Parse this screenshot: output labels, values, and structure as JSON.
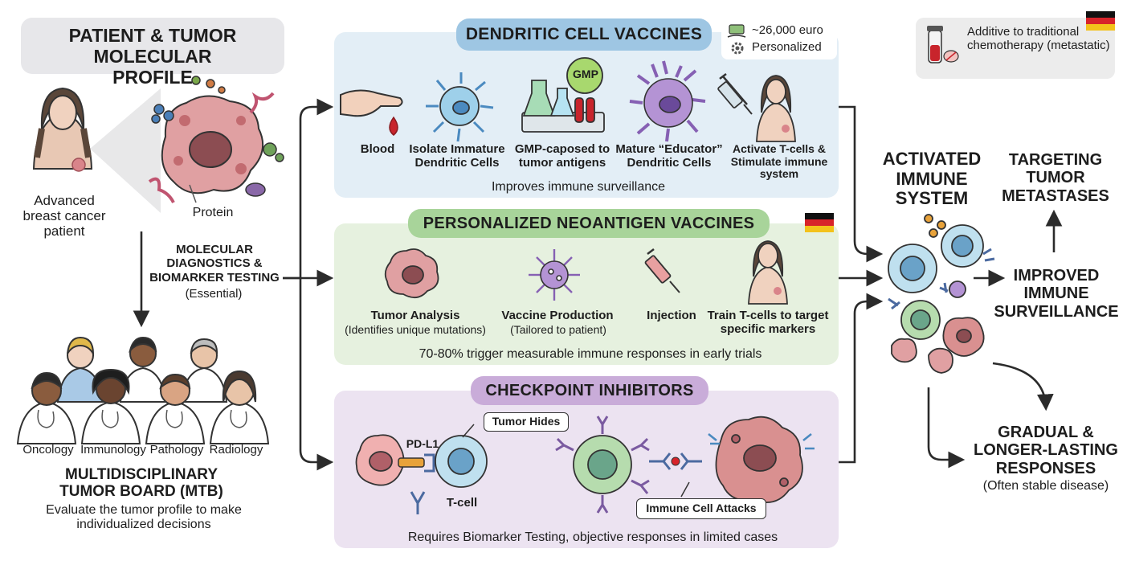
{
  "patient": {
    "title": "PATIENT & TUMOR MOLECULAR PROFILE",
    "patient_label": "Advanced breast cancer patient",
    "protein_label": "Protein"
  },
  "diagnostics": {
    "label": "MOLECULAR DIAGNOSTICS & BIOMARKER TESTING",
    "note": "(Essential)"
  },
  "mtb": {
    "specialties": [
      "Oncology",
      "Immunology",
      "Pathology",
      "Radiology"
    ],
    "title": "MULTIDISCIPLINARY TUMOR BOARD (MTB)",
    "description": "Evaluate the tumor profile to make individualized decisions"
  },
  "dendritic": {
    "title": "DENDRITIC CELL VACCINES",
    "cost": "~26,000 euro",
    "personalized": "Personalized",
    "gmp": "GMP",
    "steps": [
      "Blood",
      "Isolate Immature Dendritic Cells",
      "GMP-caposed to tumor antigens",
      "Mature “Educator” Dendritic Cells",
      "Activate T-cells & Stimulate immune system"
    ],
    "footer": "Improves immune surveillance"
  },
  "neoantigen": {
    "title": "PERSONALIZED NEOANTIGEN VACCINES",
    "steps": [
      {
        "title": "Tumor Analysis",
        "sub": "(Identifies unique mutations)"
      },
      {
        "title": "Vaccine Production",
        "sub": "(Tailored to patient)"
      },
      {
        "title": "Injection",
        "sub": ""
      },
      {
        "title": "Train T-cells to target specific markers",
        "sub": ""
      }
    ],
    "footer": "70-80% trigger measurable immune responses in early trials"
  },
  "checkpoint": {
    "title": "CHECKPOINT INHIBITORS",
    "pdl1": "PD-L1",
    "tcell": "T-cell",
    "tumor_hides": "Tumor Hides",
    "attacks": "Immune Cell Attacks",
    "footer": "Requires Biomarker Testing, objective responses in limited cases"
  },
  "note": {
    "text": "Additive to traditional chemotherapy (metastatic)"
  },
  "outcomes": {
    "activated": "ACTIVATED IMMUNE SYSTEM",
    "targeting": "TARGETING TUMOR METASTASES",
    "improved": "IMPROVED IMMUNE SURVEILLANCE",
    "gradual": "GRADUAL & LONGER-LASTING RESPONSES",
    "gradual_sub": "(Often stable disease)"
  },
  "colors": {
    "dendritic_bg": "#e3eef6",
    "dendritic_pill": "#9ec6e3",
    "neo_bg": "#e6f1df",
    "neo_pill": "#a8d49a",
    "check_bg": "#ece3f1",
    "check_pill": "#c9acd9",
    "header_bg": "#e7e7ea",
    "tumor": "#d9848a",
    "dark_line": "#2b2b2b"
  },
  "icons": [
    "hand-blood-icon",
    "dendritic-cell-icon",
    "lab-flask-icon",
    "mature-dendritic-icon",
    "syringe-icon",
    "woman-patient-icon",
    "tumor-icon",
    "vaccine-virus-icon",
    "antibody-icon",
    "t-cell-icon",
    "germany-flag-icon",
    "euro-money-icon",
    "gear-icon",
    "chemo-vial-icon",
    "doctor-avatar-icon"
  ]
}
